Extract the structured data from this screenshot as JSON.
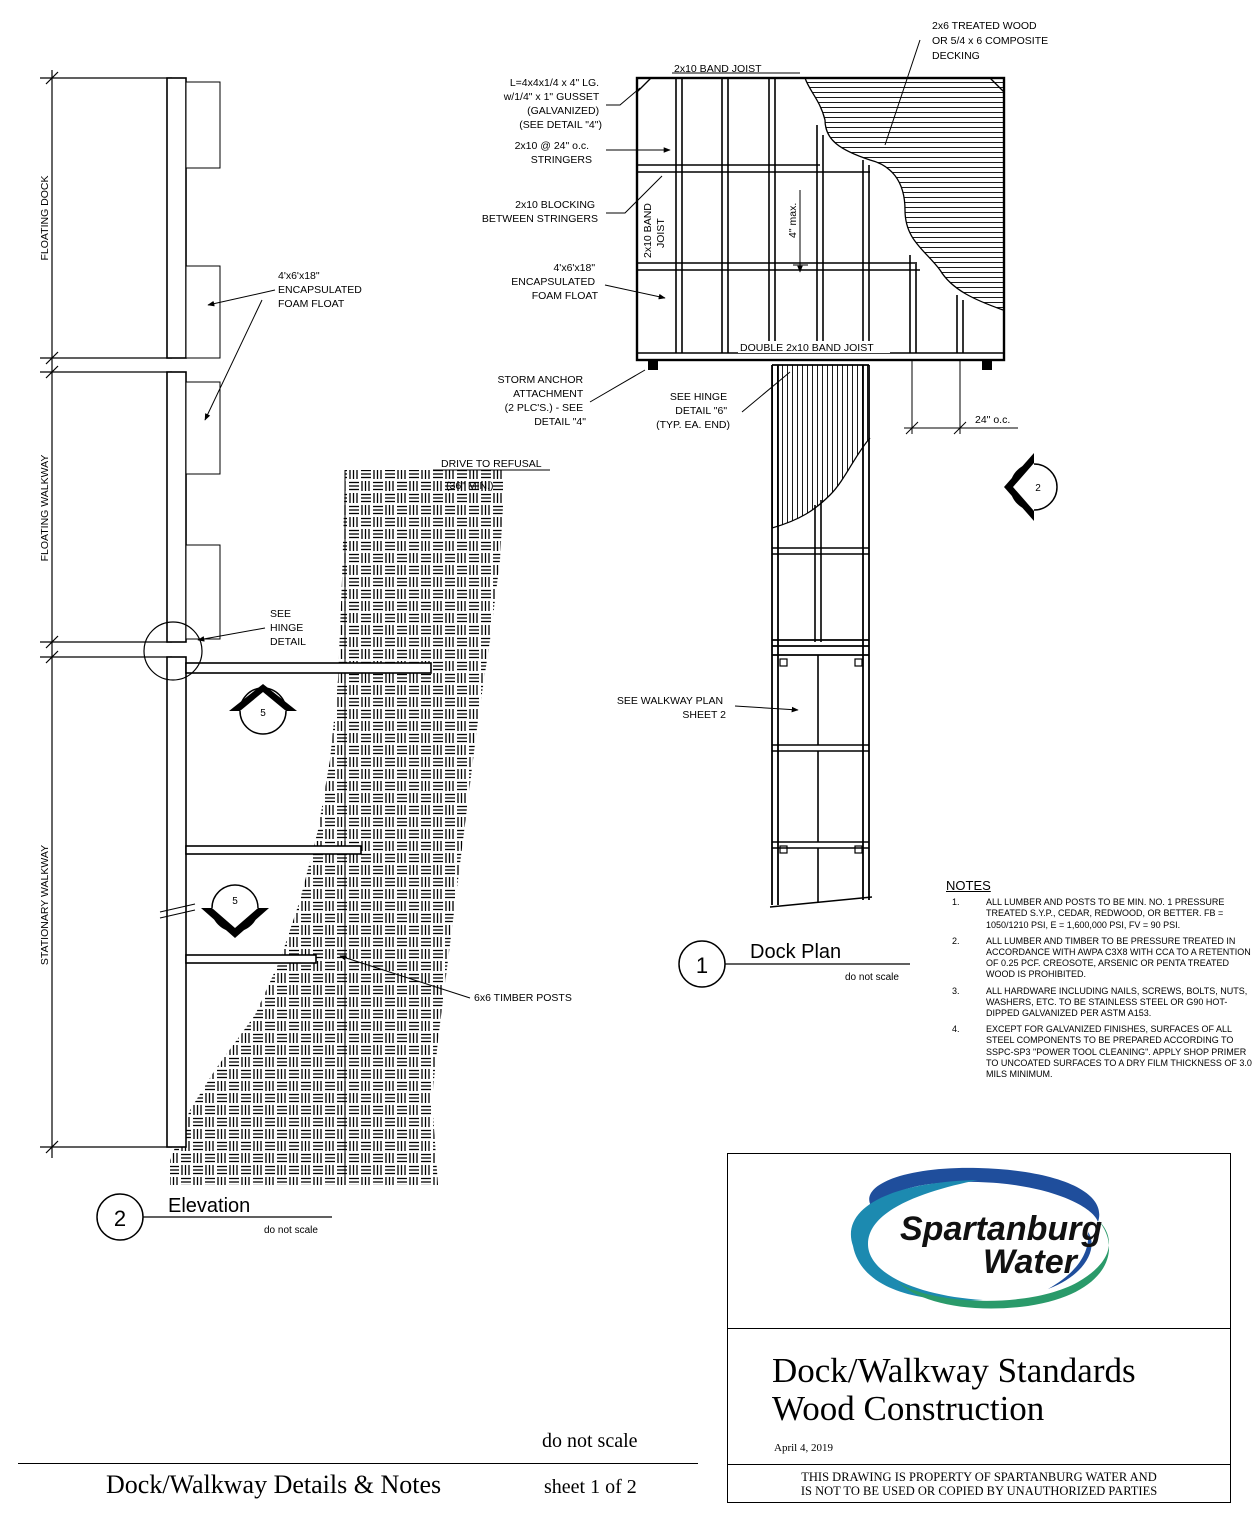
{
  "elevation": {
    "dim_labels": [
      "FLOATING DOCK",
      "FLOATING WALKWAY",
      "STATIONARY WALKWAY"
    ],
    "float_label": [
      "4'x6'x18\"",
      "ENCAPSULATED",
      "FOAM FLOAT"
    ],
    "hinge_label": [
      "SEE",
      "HINGE",
      "DETAIL"
    ],
    "refusal_label": [
      "DRIVE TO REFUSAL",
      "(36\" MIN.)"
    ],
    "posts_label": "6x6 TIMBER POSTS",
    "section_marker": "5",
    "view_number": "2",
    "view_title": "Elevation",
    "view_scale": "do not scale"
  },
  "plan": {
    "band_joist_top": "2x10 BAND JOIST",
    "decking_label": [
      "2x6 TREATED WOOD",
      "OR 5/4 x 6 COMPOSITE",
      "DECKING"
    ],
    "corner_label": [
      "L=4x4x1/4 x 4\" LG.",
      "w/1/4\" x 1\" GUSSET",
      "(GALVANIZED)",
      "(SEE DETAIL \"4\")"
    ],
    "stringers_label": [
      "2x10 @ 24\" o.c.",
      "STRINGERS"
    ],
    "blocking_label": [
      "2x10 BLOCKING",
      "BETWEEN STRINGERS"
    ],
    "float_label": [
      "4'x6'x18\"",
      "ENCAPSULATED",
      "FOAM FLOAT"
    ],
    "band_joist_side": [
      "2x10 BAND",
      "JOIST"
    ],
    "max_label": "4\" max.",
    "double_band": "DOUBLE 2x10 BAND JOIST",
    "storm_label": [
      "STORM ANCHOR",
      "ATTACHMENT",
      "(2 PLC'S.) - SEE",
      "DETAIL \"4\""
    ],
    "hinge_label": [
      "SEE HINGE",
      "DETAIL \"6\"",
      "(TYP. EA. END)"
    ],
    "spacing_label": "24\" o.c.",
    "section_marker": "2",
    "walkway_label": [
      "SEE WALKWAY PLAN",
      "SHEET 2"
    ],
    "view_number": "1",
    "view_title": "Dock Plan",
    "view_scale": "do not scale"
  },
  "notes": {
    "heading": "NOTES",
    "items": [
      {
        "n": "1.",
        "text": "All lumber and posts to be min. no. 1 pressure treated S.Y.P., cedar, redwood, or better. Fb = 1050/1210 psi, E = 1,600,000 psi, Fv = 90 psi."
      },
      {
        "n": "2.",
        "text": "All lumber and timber to be pressure treated in accordance with AWPA C3x8 with CCA to a retention of 0.25 PCF. Creosote, arsenic or penta treated wood is prohibited."
      },
      {
        "n": "3.",
        "text": "All hardware including nails, screws, bolts, nuts, washers, etc. to be stainless steel or G90 hot-dipped galvanized per ASTM A153."
      },
      {
        "n": "4.",
        "text": "Except for galvanized finishes, surfaces of all steel components to be prepared according to SSPC-SP3 \"Power tool cleaning\". Apply shop primer to uncoated surfaces to a dry film thickness of 3.0 mils minimum."
      }
    ]
  },
  "title_block": {
    "logo_word1": "Spartanburg",
    "logo_word2": "Water",
    "title_line1": "Dock/Walkway Standards",
    "title_line2": "Wood Construction",
    "date": "April 4, 2019",
    "property_line1": "This drawing is property of Spartanburg Water and",
    "property_line2": "is not to be used or copied by unauthorized parties"
  },
  "footer": {
    "do_not_scale": "do not scale",
    "title": "Dock/Walkway Details & Notes",
    "sheet": "sheet 1 of 2"
  },
  "colors": {
    "logo_blue": "#1f4e9c",
    "logo_green": "#2a9a6a",
    "logo_teal": "#1c8ab0"
  }
}
